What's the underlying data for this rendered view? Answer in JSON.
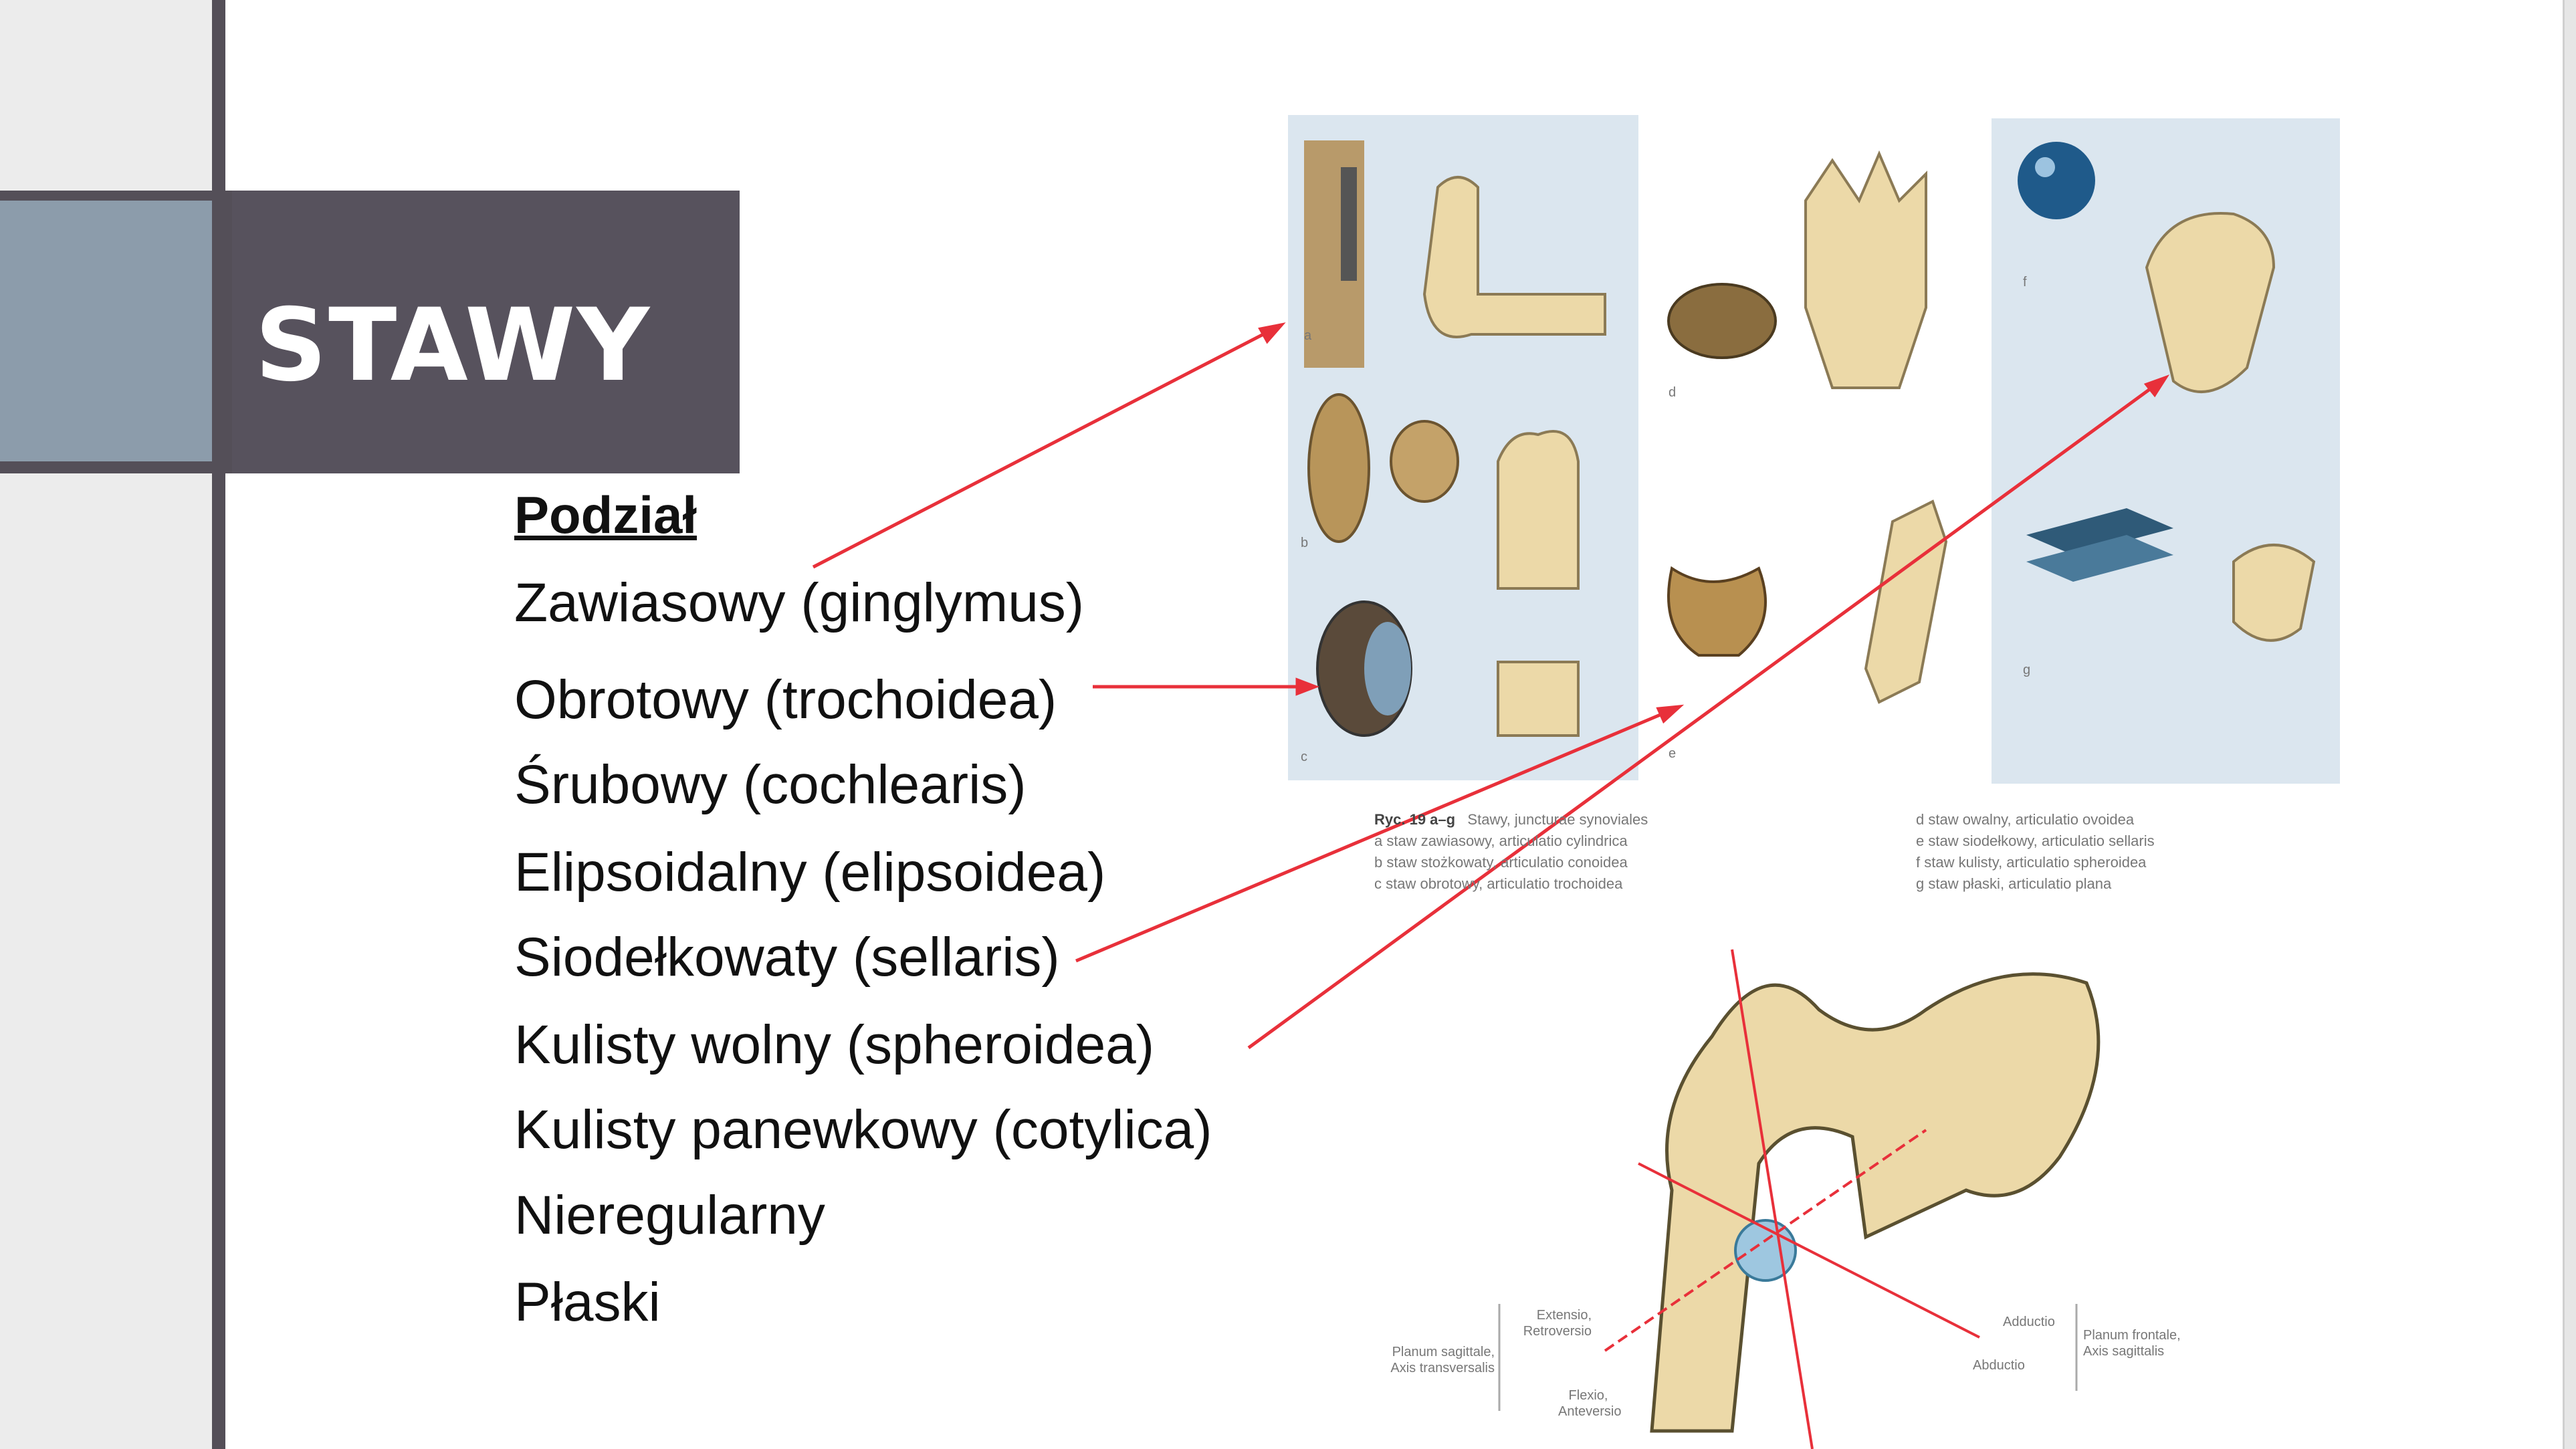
{
  "slide": {
    "title": "STAWY",
    "heading": "Podział",
    "items": [
      "Zawiasowy (ginglymus)",
      "Obrotowy (trochoidea)",
      "Śrubowy (cochlearis)",
      "Elipsoidalny (elipsoidea)",
      "Siodełkowaty (sellaris)",
      "Kulisty wolny (spheroidea)",
      "Kulisty panewkowy (cotylica)",
      "Nieregularny",
      "Płaski"
    ]
  },
  "figure": {
    "panel_letters": [
      "a",
      "b",
      "c",
      "d",
      "e",
      "f",
      "g"
    ],
    "caption_title": "Ryc. 19 a–g",
    "caption_subtitle": "Stawy, juncturae synoviales",
    "caption_left": [
      "a  staw zawiasowy, articulatio cylindrica",
      "b  staw stożkowaty, articulatio conoidea",
      "c  staw obrotowy, articulatio trochoidea"
    ],
    "caption_right": [
      "d  staw owalny, articulatio ovoidea",
      "e  staw siodełkowy, articulatio sellaris",
      "f  staw kulisty, articulatio spheroidea",
      "g  staw płaski, articulatio plana"
    ],
    "hip_labels": {
      "extensio": "Extensio, Retroversio",
      "flexio": "Flexio, Anteversio",
      "planum_sag": "Planum sagittale, Axis transversalis",
      "adductio": "Adductio",
      "abductio": "Abductio",
      "planum_front": "Planum frontale, Axis sagittalis"
    }
  },
  "colors": {
    "accent_dark": "#57525d",
    "accent_blue": "#8c9cab",
    "arrow": "#e8303a",
    "panel_bg": "#dbe6ef",
    "bone": "#ecd9a8"
  }
}
